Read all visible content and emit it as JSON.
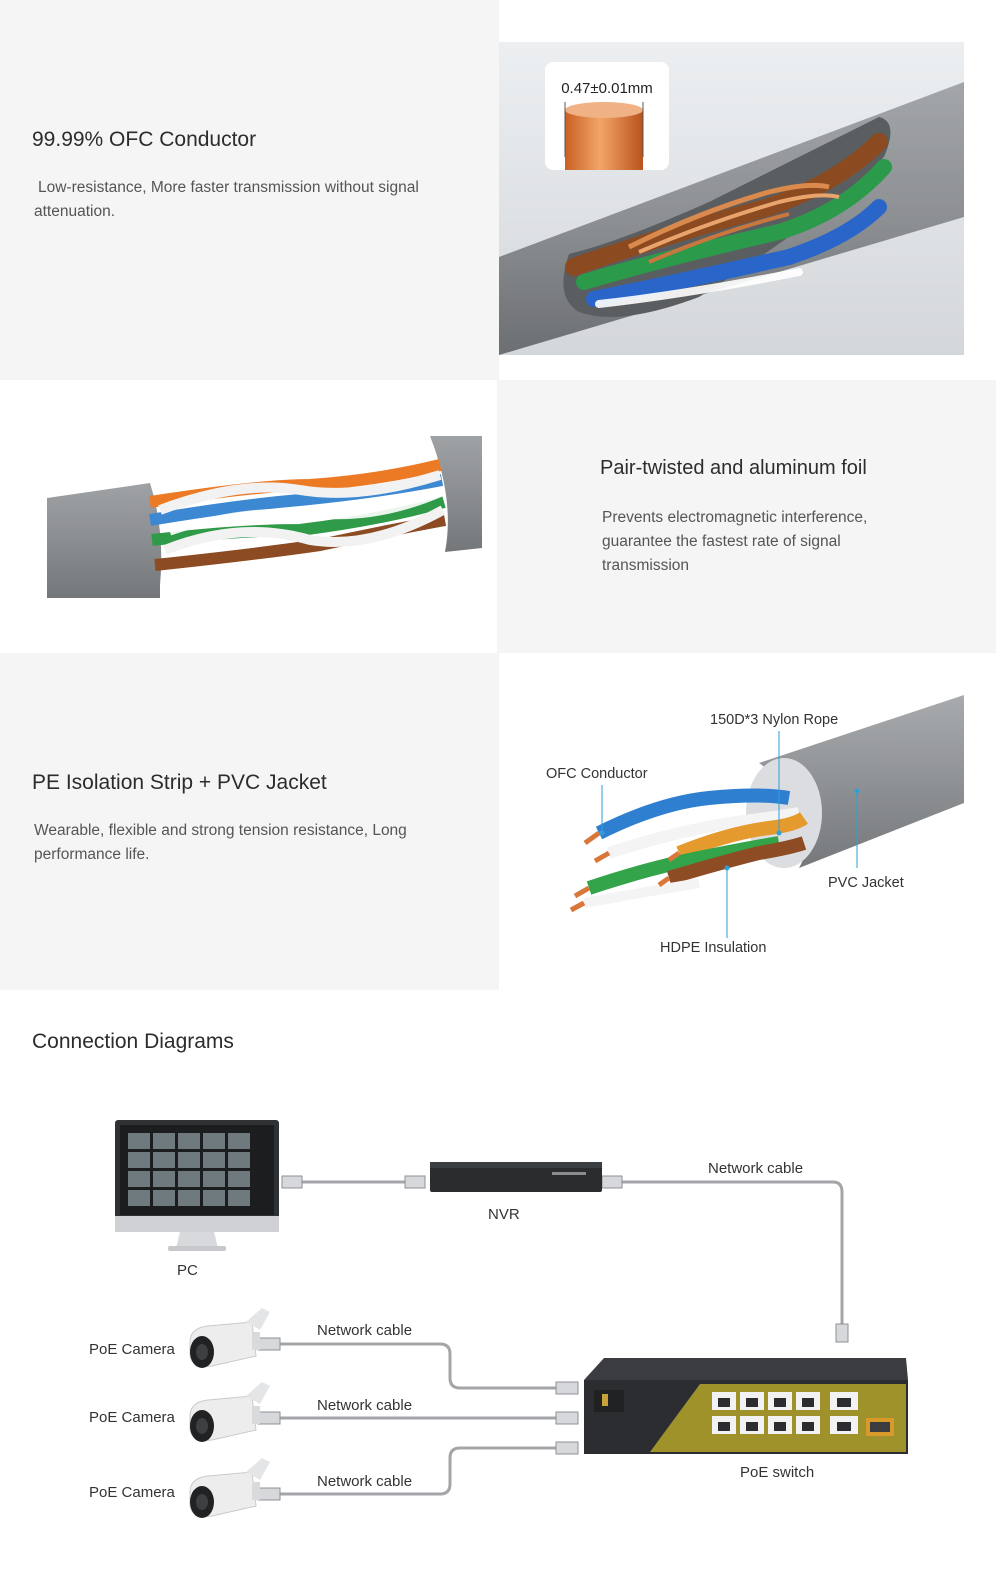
{
  "sections": [
    {
      "title": "99.99% OFC Conductor",
      "body": "Low-resistance, More faster transmission without signal attenuation.",
      "measurement": "0.47±0.01mm"
    },
    {
      "title": "Pair-twisted and aluminum foil",
      "body": "Prevents electromagnetic interference, guarantee the fastest rate of signal transmission"
    },
    {
      "title": "PE Isolation Strip + PVC Jacket",
      "body": "Wearable, flexible and strong tension resistance, Long performance life.",
      "callouts": {
        "nylon": "150D*3 Nylon Rope",
        "ofc": "OFC Conductor",
        "pvc": "PVC Jacket",
        "hdpe": "HDPE Insulation"
      }
    }
  ],
  "diagram": {
    "title": "Connection Diagrams",
    "pc_label": "PC",
    "nvr_label": "NVR",
    "switch_label": "PoE switch",
    "network_cable": "Network cable",
    "cameras": [
      {
        "label": "PoE Camera",
        "cable": "Network cable"
      },
      {
        "label": "PoE Camera",
        "cable": "Network cable"
      },
      {
        "label": "PoE Camera",
        "cable": "Network cable"
      }
    ]
  },
  "colors": {
    "panel_bg": "#f5f5f6",
    "callout_line": "#2e9fd8",
    "cable_grey": "#8a8c8f",
    "copper": "#d9773a"
  },
  "icons": [
    "copper-wire-icon",
    "cable-cutaway-icon",
    "twisted-pair-icon",
    "cable-layers-icon",
    "monitor-icon",
    "nvr-icon",
    "poe-switch-icon",
    "bullet-camera-icon"
  ]
}
